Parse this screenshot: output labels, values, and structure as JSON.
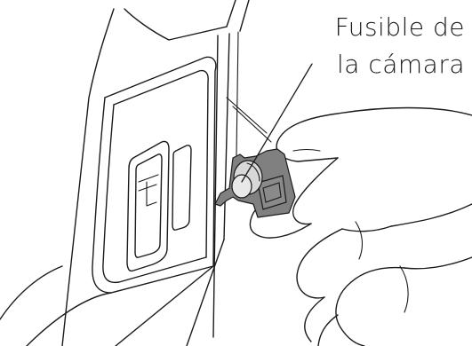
{
  "callout": {
    "line1": "Fusible de",
    "line2": "la cámara"
  },
  "colors": {
    "line": "#1a1a1a",
    "fuse_body": "#808080",
    "fuse_cap": "#d8d8d8",
    "background": "#ffffff"
  },
  "icons": [
    "camera-fuse-icon",
    "hand-icon",
    "callout-leader-line"
  ]
}
